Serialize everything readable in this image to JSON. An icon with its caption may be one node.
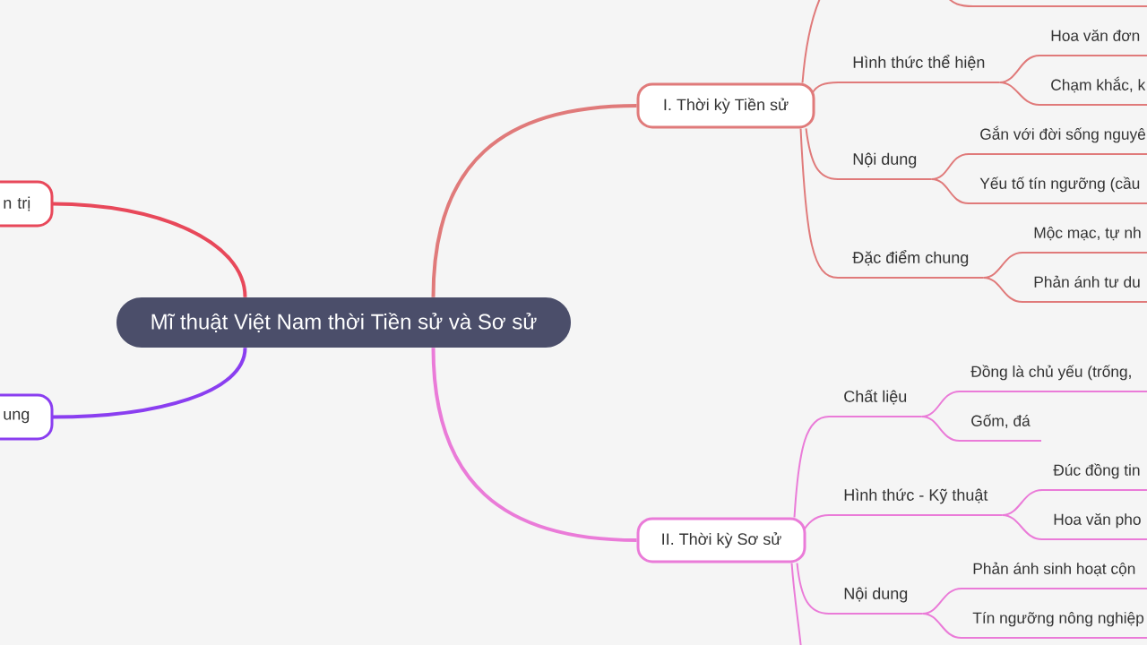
{
  "diagram": {
    "nodes": [
      {
        "text": [
          "Mĩ thuật Việt Nam thời Tiền sử và Sơ sử"
        ]
      },
      {
        "text": [
          "n trị"
        ]
      },
      {
        "text": [
          "ung"
        ]
      },
      {
        "text": [
          "I. Thời kỳ Tiền sử"
        ]
      },
      {
        "text": [
          "Hình thức thể hiện"
        ]
      },
      {
        "text": [
          "Hoa văn đơn"
        ]
      },
      {
        "text": [
          "Chạm khắc, k"
        ]
      },
      {
        "text": [
          "Nội dung"
        ]
      },
      {
        "text": [
          "Gắn với đời sống nguyê"
        ]
      },
      {
        "text": [
          "Yếu tố tín ngưỡng (cầu"
        ]
      },
      {
        "text": [
          "Đặc điểm chung"
        ]
      },
      {
        "text": [
          "Mộc mạc, tự nh"
        ]
      },
      {
        "text": [
          "Phản ánh tư du"
        ]
      },
      {
        "text": [
          "II. Thời kỳ Sơ sử"
        ]
      },
      {
        "text": [
          "Chất liệu"
        ]
      },
      {
        "text": [
          "Đồng là chủ yếu (trống,"
        ]
      },
      {
        "text": [
          "Gốm, đá"
        ]
      },
      {
        "text": [
          "Hình thức - Kỹ thuật"
        ]
      },
      {
        "text": [
          "Đúc đồng tin"
        ]
      },
      {
        "text": [
          "Hoa văn pho"
        ]
      },
      {
        "text": [
          "Nội dung"
        ]
      },
      {
        "text": [
          "Phản ánh sinh hoạt cộn"
        ]
      },
      {
        "text": [
          "Tín ngưỡng nông nghiệp"
        ]
      }
    ],
    "edges": [
      {
        "from": 0,
        "to": 1,
        "arrow": "none",
        "style": "thick",
        "color": "#e8485a"
      },
      {
        "from": 0,
        "to": 2,
        "arrow": "none",
        "style": "thick",
        "color": "#8a3ef0"
      },
      {
        "from": 0,
        "to": 3,
        "arrow": "none",
        "style": "thick",
        "color": "#e07a7a"
      },
      {
        "from": 3,
        "to": null,
        "arrow": "none",
        "color": "#e07a7a"
      },
      {
        "from": 3,
        "to": 4,
        "arrow": "none",
        "color": "#e07a7a"
      },
      {
        "from": 4,
        "to": 5,
        "arrow": "none",
        "color": "#e07a7a"
      },
      {
        "from": 4,
        "to": 6,
        "arrow": "none",
        "color": "#e07a7a"
      },
      {
        "from": 3,
        "to": 7,
        "arrow": "none",
        "color": "#e07a7a"
      },
      {
        "from": 7,
        "to": 8,
        "arrow": "none",
        "color": "#e07a7a"
      },
      {
        "from": 7,
        "to": 9,
        "arrow": "none",
        "color": "#e07a7a"
      },
      {
        "from": 3,
        "to": 10,
        "arrow": "none",
        "color": "#e07a7a"
      },
      {
        "from": 10,
        "to": 11,
        "arrow": "none",
        "color": "#e07a7a"
      },
      {
        "from": 10,
        "to": 12,
        "arrow": "none",
        "color": "#e07a7a"
      },
      {
        "from": 0,
        "to": 13,
        "arrow": "none",
        "style": "thick",
        "color": "#ea7bd8"
      },
      {
        "from": 13,
        "to": 14,
        "arrow": "none",
        "color": "#ea7bd8"
      },
      {
        "from": 14,
        "to": 15,
        "arrow": "none",
        "color": "#ea7bd8"
      },
      {
        "from": 14,
        "to": 16,
        "arrow": "none",
        "color": "#ea7bd8"
      },
      {
        "from": 13,
        "to": 17,
        "arrow": "none",
        "color": "#ea7bd8"
      },
      {
        "from": 17,
        "to": 18,
        "arrow": "none",
        "color": "#ea7bd8"
      },
      {
        "from": 17,
        "to": 19,
        "arrow": "none",
        "color": "#ea7bd8"
      },
      {
        "from": 13,
        "to": 20,
        "arrow": "none",
        "color": "#ea7bd8"
      },
      {
        "from": 20,
        "to": 21,
        "arrow": "none",
        "color": "#ea7bd8"
      },
      {
        "from": 20,
        "to": 22,
        "arrow": "none",
        "color": "#ea7bd8"
      },
      {
        "from": 13,
        "to": null,
        "arrow": "none",
        "color": "#ea7bd8"
      }
    ]
  }
}
